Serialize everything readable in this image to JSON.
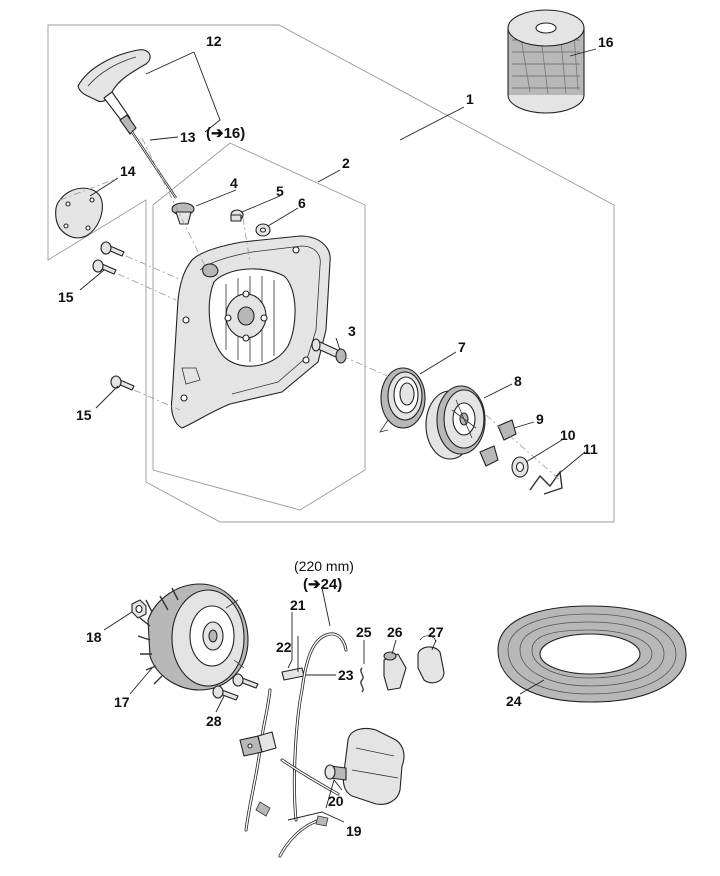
{
  "callouts": {
    "c1": "1",
    "c2": "2",
    "c3": "3",
    "c4": "4",
    "c5": "5",
    "c6": "6",
    "c7": "7",
    "c8": "8",
    "c9": "9",
    "c10": "10",
    "c11": "11",
    "c12": "12",
    "c13": "13",
    "c14": "14",
    "c15a": "15",
    "c15b": "15",
    "c16": "16",
    "c17": "17",
    "c18": "18",
    "c19": "19",
    "c20": "20",
    "c21": "21",
    "c22": "22",
    "c23": "23",
    "c24": "24",
    "c25": "25",
    "c26": "26",
    "c27": "27",
    "c28": "28"
  },
  "notes": {
    "ref_16": "(➔16)",
    "length": "(220 mm)",
    "ref_24": "(➔24)"
  }
}
